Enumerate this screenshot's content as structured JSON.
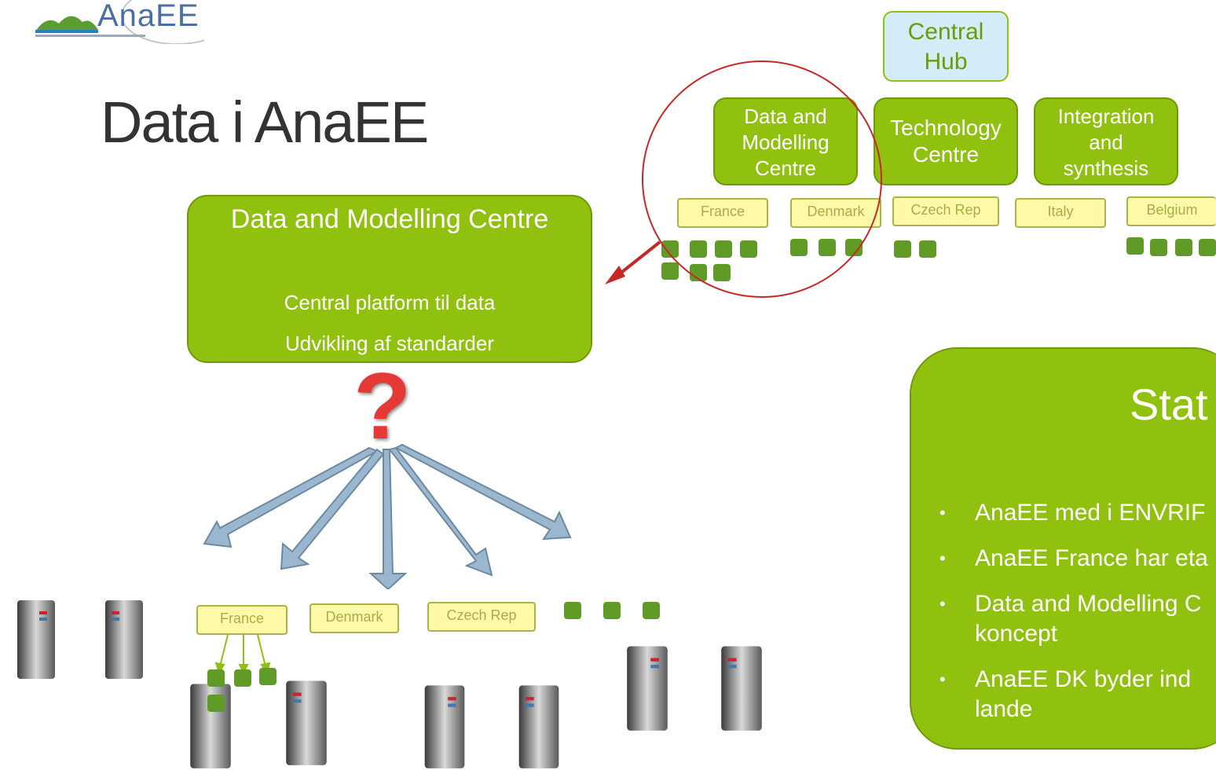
{
  "logo": {
    "text": "AnaEE"
  },
  "slide": {
    "title": "Data i AnaEE"
  },
  "org_chart": {
    "hub": "Central\nHub",
    "centres": [
      "Data and\nModelling\nCentre",
      "Technology\nCentre",
      "Integration\nand\nsynthesis"
    ],
    "countries": [
      "France",
      "Denmark",
      "Czech Rep",
      "Italy",
      "Belgium"
    ]
  },
  "dmc_box": {
    "title": "Data and Modelling Centre",
    "line1": "Central platform til data",
    "line2": "Udvikling af standarder"
  },
  "bottom_countries": [
    "France",
    "Denmark",
    "Czech Rep"
  ],
  "status_box": {
    "title": "Stat",
    "bullets": [
      "AnaEE med i ENVRIF",
      "AnaEE France har eta",
      "Data and Modelling C\nkoncept",
      "AnaEE DK byder ind \nlande"
    ]
  },
  "question_mark": "?",
  "colors": {
    "green": "#8fc10e",
    "dark_green": "#5f9b26",
    "yellow": "#fdf9a6",
    "hub_blue": "#d4ecf8",
    "red": "#c62828"
  }
}
